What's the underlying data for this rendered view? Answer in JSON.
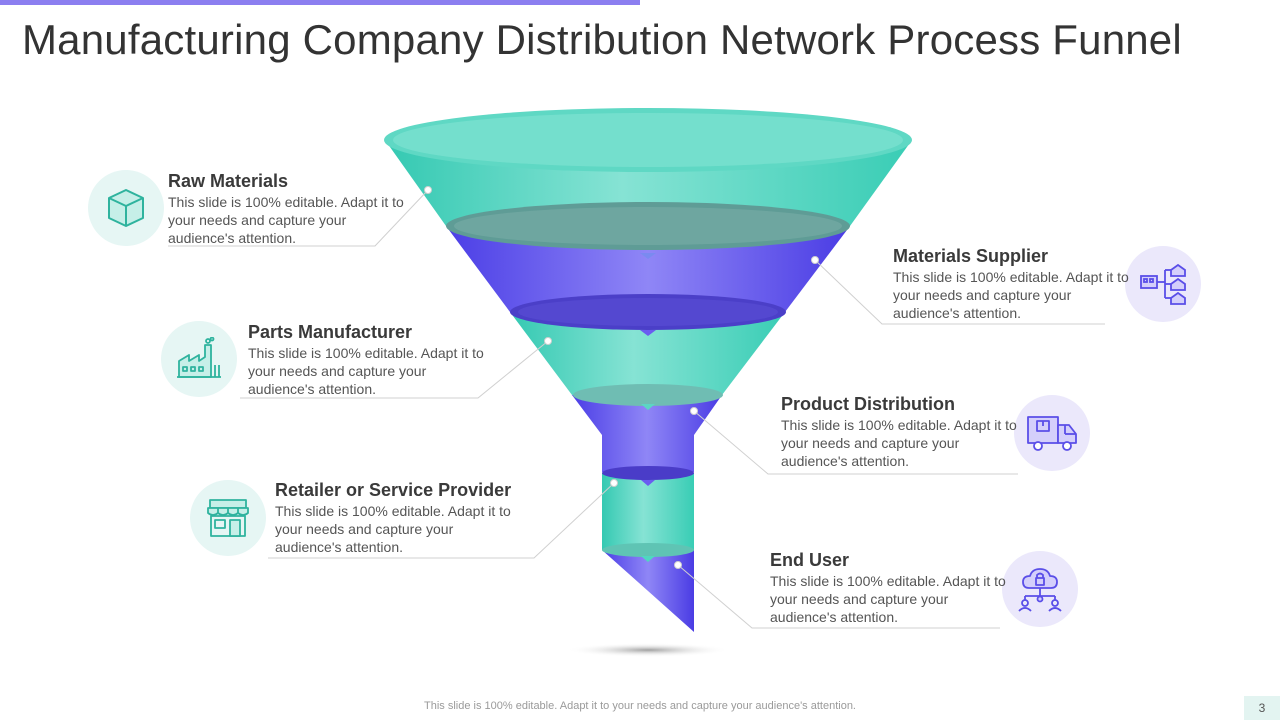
{
  "title": "Manufacturing Company Distribution Network Process Funnel",
  "colors": {
    "accent_bar": "#8c7ff0",
    "teal": "#4fd7c0",
    "violet": "#6a5cf0",
    "text_dark": "#3a3a3a",
    "text_body": "#555555"
  },
  "items": [
    {
      "title": "Raw Materials",
      "description": "This slide is 100% editable. Adapt it to your needs and capture your audience's attention.",
      "icon": "box-icon"
    },
    {
      "title": "Materials Supplier",
      "description": "This slide is 100% editable. Adapt it to your needs and capture your audience's attention.",
      "icon": "warehouse-network-icon"
    },
    {
      "title": "Parts Manufacturer",
      "description": "This slide is 100% editable. Adapt it to your needs and capture your audience's attention.",
      "icon": "factory-icon"
    },
    {
      "title": "Product Distribution",
      "description": "This slide is 100% editable. Adapt it to your needs and capture your audience's attention.",
      "icon": "delivery-truck-icon"
    },
    {
      "title": "Retailer or Service Provider",
      "description": "This slide is 100% editable. Adapt it to your needs and capture your audience's attention.",
      "icon": "storefront-icon"
    },
    {
      "title": "End User",
      "description": "This slide is 100% editable. Adapt it to your needs and capture your audience's attention.",
      "icon": "cloud-users-icon"
    }
  ],
  "footer": "This slide is 100% editable. Adapt it to your needs and capture your audience's attention.",
  "page_number": "3"
}
